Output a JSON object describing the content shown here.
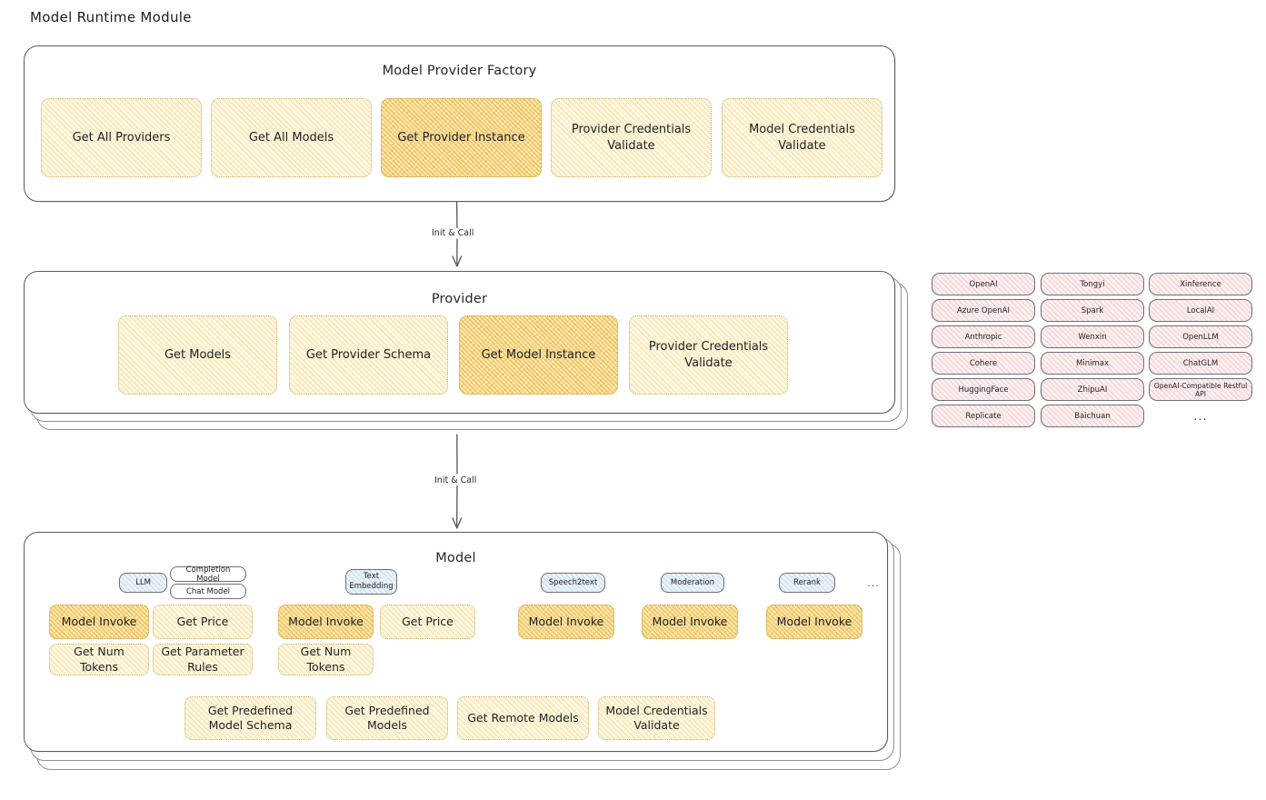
{
  "page": {
    "title": "Model Runtime Module"
  },
  "factory": {
    "title": "Model Provider Factory",
    "items": [
      {
        "label": "Get All Providers",
        "highlight": false
      },
      {
        "label": "Get All Models",
        "highlight": false
      },
      {
        "label": "Get Provider Instance",
        "highlight": true
      },
      {
        "label": "Provider Credentials Validate",
        "highlight": false
      },
      {
        "label": "Model Credentials Validate",
        "highlight": false
      }
    ]
  },
  "arrows": [
    {
      "label": "Init & Call"
    },
    {
      "label": "Init & Call"
    }
  ],
  "provider": {
    "title": "Provider",
    "items": [
      {
        "label": "Get Models",
        "highlight": false
      },
      {
        "label": "Get Provider Schema",
        "highlight": false
      },
      {
        "label": "Get Model Instance",
        "highlight": true
      },
      {
        "label": "Provider Credentials Validate",
        "highlight": false
      }
    ]
  },
  "provider_list": {
    "columns": [
      [
        "OpenAI",
        "Azure OpenAI",
        "Anthropic",
        "Cohere",
        "HuggingFace",
        "Replicate"
      ],
      [
        "Tongyi",
        "Spark",
        "Wenxin",
        "Minimax",
        "ZhipuAI",
        "Baichuan"
      ],
      [
        "Xinference",
        "LocalAI",
        "OpenLLM",
        "ChatGLM",
        "OpenAI-Compatible Restful API"
      ]
    ],
    "more": "..."
  },
  "model": {
    "title": "Model",
    "more": "...",
    "types": [
      {
        "name": "LLM",
        "style": "blue"
      },
      {
        "name": "Completion Model",
        "style": "white"
      },
      {
        "name": "Chat Model",
        "style": "white"
      },
      {
        "name": "Text Embedding",
        "style": "blue"
      },
      {
        "name": "Speech2text",
        "style": "blue"
      },
      {
        "name": "Moderation",
        "style": "blue"
      },
      {
        "name": "Rerank",
        "style": "blue"
      }
    ],
    "llm_ops": [
      {
        "label": "Model Invoke",
        "highlight": true
      },
      {
        "label": "Get Price",
        "highlight": false
      },
      {
        "label": "Get Num Tokens",
        "highlight": false
      },
      {
        "label": "Get Parameter Rules",
        "highlight": false
      }
    ],
    "embedding_ops": [
      {
        "label": "Model Invoke",
        "highlight": true
      },
      {
        "label": "Get Price",
        "highlight": false
      },
      {
        "label": "Get Num Tokens",
        "highlight": false
      }
    ],
    "speech_ops": [
      {
        "label": "Model Invoke",
        "highlight": true
      }
    ],
    "moderation_ops": [
      {
        "label": "Model Invoke",
        "highlight": true
      }
    ],
    "rerank_ops": [
      {
        "label": "Model Invoke",
        "highlight": true
      }
    ],
    "common_ops": [
      {
        "label": "Get Predefined Model Schema"
      },
      {
        "label": "Get Predefined Models"
      },
      {
        "label": "Get Remote Models"
      },
      {
        "label": "Model Credentials Validate"
      }
    ]
  },
  "colors": {
    "box_fill": "#fdf6df",
    "box_fill_strong": "#fbe6b0",
    "provider_pill": "#fdeff0",
    "model_pill": "#eaf3fb",
    "stroke": "#5b5b60"
  }
}
